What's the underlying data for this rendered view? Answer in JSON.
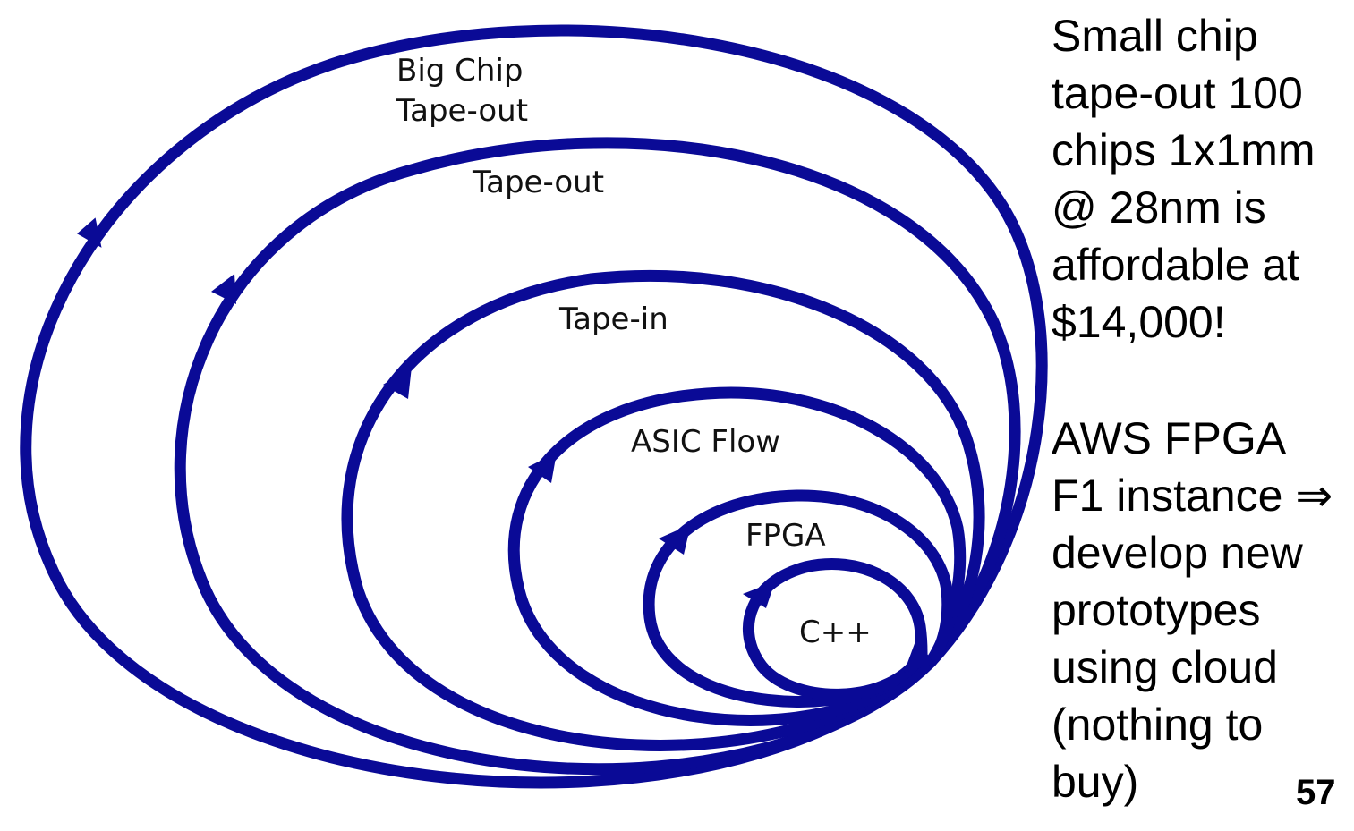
{
  "loops": [
    {
      "id": "big-chip-tape-out",
      "label_lines": [
        "Big Chip",
        "Tape-out"
      ]
    },
    {
      "id": "tape-out",
      "label_lines": [
        "Tape-out"
      ]
    },
    {
      "id": "tape-in",
      "label_lines": [
        "Tape-in"
      ]
    },
    {
      "id": "asic-flow",
      "label_lines": [
        "ASIC Flow"
      ]
    },
    {
      "id": "fpga",
      "label_lines": [
        "FPGA"
      ]
    },
    {
      "id": "cpp",
      "label_lines": [
        "C++"
      ]
    }
  ],
  "notes": {
    "small_chip": [
      "Small chip",
      "tape-out 100",
      "chips 1x1mm",
      "@ 28nm is",
      "affordable at",
      "$14,000!"
    ],
    "aws": [
      "AWS FPGA",
      "F1 instance ⇒",
      "develop new",
      "prototypes",
      "using cloud",
      "(nothing to",
      "buy)"
    ]
  },
  "page_number": "57",
  "colors": {
    "loop_stroke": "#0a0a96",
    "label_text": "#111111",
    "note_text": "#000000"
  },
  "icons": [
    "arrowhead-icon"
  ]
}
